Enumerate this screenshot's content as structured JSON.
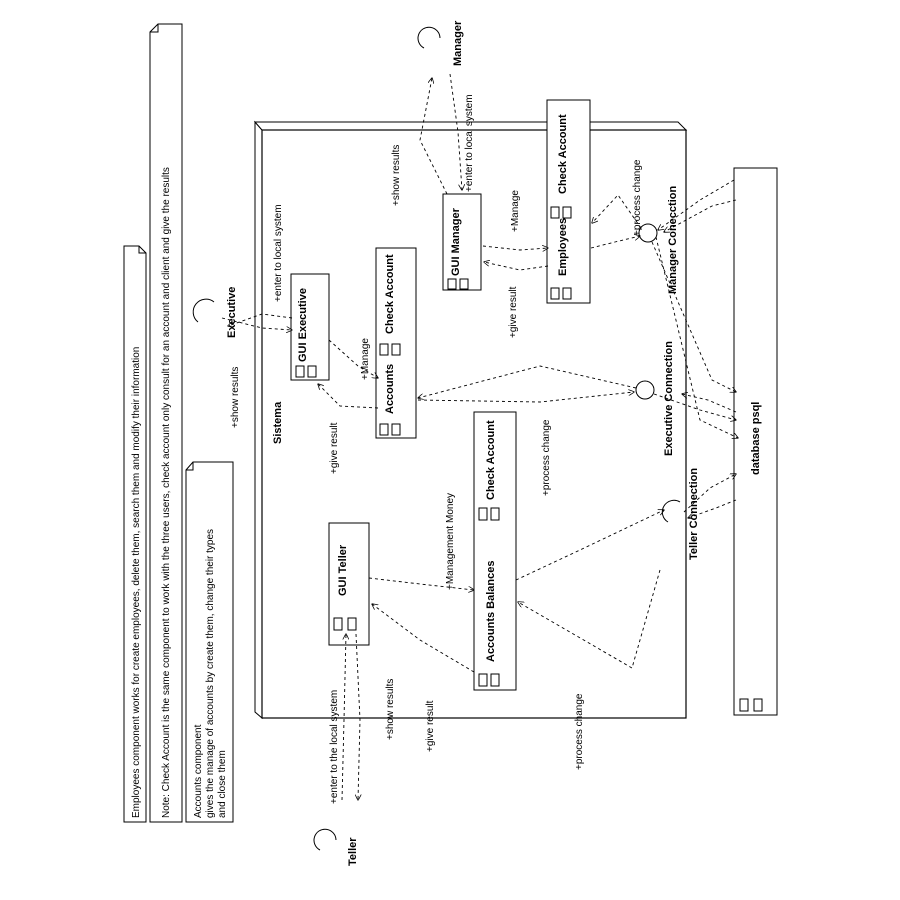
{
  "notes": {
    "employees": "Employees component works for create employees, delete them, search them  and modify their information",
    "check_account": "Note: Check Account is the same component to work with the three users, check account only consult for an account and client and give the results",
    "accounts_line1": "Accounts component",
    "accounts_line2": "gives the manage of accounts by create them, change their types",
    "accounts_line3": "and close them"
  },
  "system": {
    "name": "Sistema"
  },
  "actors": {
    "manager": "Manager",
    "executive": "Executive",
    "teller": "Teller"
  },
  "components": {
    "gui_manager": "GUI Manager",
    "employees": "Employees",
    "check_account_emp": "Check Account",
    "gui_executive": "GUI Executive",
    "check_account_exec": "Check Account",
    "accounts": "Accounts",
    "gui_teller": "GUI Teller",
    "accounts_balances": "Accounts Balances",
    "check_account_ab": "Check Account",
    "database": "database psql"
  },
  "interfaces": {
    "manager_conn": "Manager Conecction",
    "executive_conn": "Executive Connection",
    "teller_conn": "Teller Connection"
  },
  "labels": {
    "mgr_show_results": "+show results",
    "mgr_enter": "+enter to local system",
    "mgr_manage": "+Manage",
    "mgr_give_result": "+give result",
    "mgr_process_change": "+process change",
    "exec_enter": "+enter to local system",
    "exec_show_results": "+show results",
    "exec_manage": "+Manage",
    "exec_give_result": "+give result",
    "exec_process_change": "+process change",
    "teller_management_money": "+Management Money",
    "teller_enter": "+enter to the local system",
    "teller_show_results": "+show results",
    "teller_give_result": "+give result",
    "teller_process_change": "+process change"
  }
}
